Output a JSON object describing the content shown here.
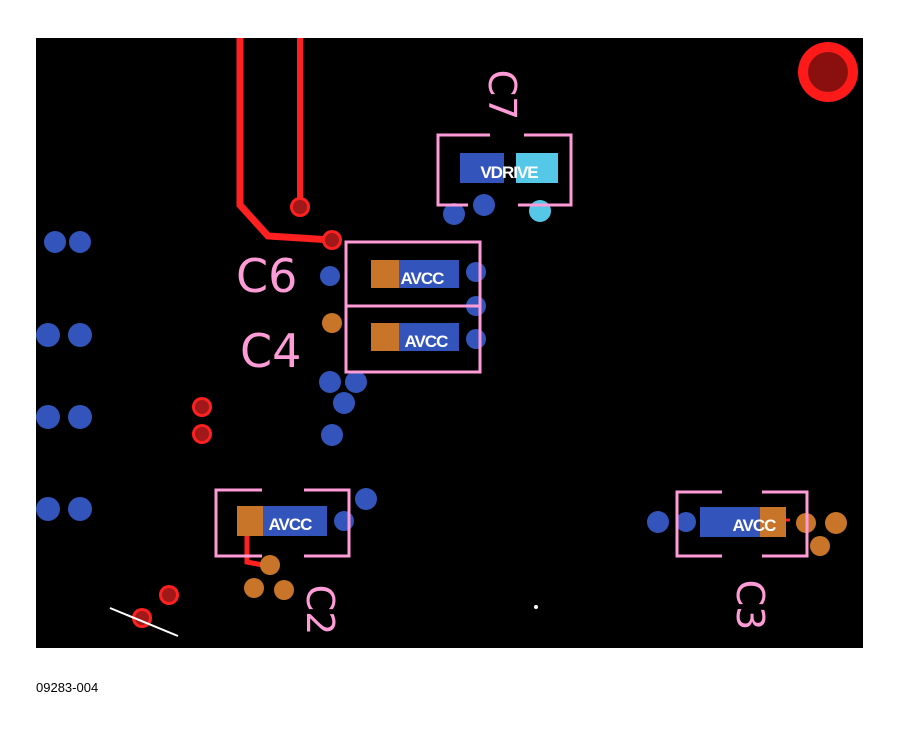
{
  "figure_id": "09283-004",
  "colors": {
    "board": "#000000",
    "trace": "#ff2020",
    "via_dark": "#9b1c1c",
    "silkscreen": "#ff9cd8",
    "blue_pad": "#3355bb",
    "orange_pad": "#c8752a",
    "cyan_pad": "#55c8e8",
    "net_text": "#ffffff"
  },
  "designators": {
    "c7": "C7",
    "c6": "C6",
    "c4": "C4",
    "c2": "C2",
    "c3": "C3"
  },
  "net_labels": {
    "vdrive": "VDRIVE",
    "avcc_c6": "AVCC",
    "avcc_c4": "AVCC",
    "avcc_c2": "AVCC",
    "avcc_c3": "AVCC"
  }
}
